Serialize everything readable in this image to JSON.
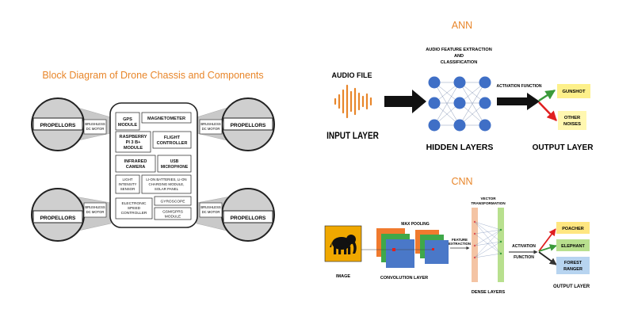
{
  "drone": {
    "title": "Block Diagram of Drone Chassis and Components",
    "propellors": [
      "PROPELLORS",
      "PROPELLORS",
      "PROPELLORS",
      "PROPELLORS"
    ],
    "motors": [
      [
        "BRUSHLESS",
        "DC MOTOR"
      ],
      [
        "BRUSHLESS",
        "DC MOTOR"
      ],
      [
        "BRUSHLESS",
        "DC MOTOR"
      ],
      [
        "BRUSHLESS",
        "DC MOTOR"
      ]
    ],
    "components": {
      "gps": [
        "GPS",
        "MODULE"
      ],
      "magnetometer": [
        "MAGNETOMETER"
      ],
      "raspberry": [
        "RASPBERRY",
        "PI 3 B+",
        "MODULE"
      ],
      "flight": [
        "FLIGHT",
        "CONTROLLER"
      ],
      "infrared": [
        "INFRARED",
        "CAMERA"
      ],
      "usb": [
        "USB",
        "MICROPHONE"
      ],
      "light": [
        "LIGHT",
        "INTENSITY",
        "SENSOR"
      ],
      "battery": [
        "LI-ON BATTERIES, LI-ON",
        "CHARGING MODULE,",
        "SOLAR PANEL"
      ],
      "esc": [
        "ELECTRONIC",
        "SPEED",
        "CONTROLLER"
      ],
      "gyro": [
        "GYROSCOPE"
      ],
      "gsm": [
        "GSM/GPRS",
        "MODULE"
      ]
    }
  },
  "ann": {
    "title": "ANN",
    "audio_file": "AUDIO FILE",
    "input_layer": "INPUT LAYER",
    "feature_label": [
      "AUDIO FEATURE EXTRACTION",
      "AND",
      "CLASSIFICATION"
    ],
    "hidden_layers": "HIDDEN LAYERS",
    "activation": "ACTIVATION FUNCTION",
    "gunshot": "GUNSHOT",
    "other_noises": [
      "OTHER",
      "NOISES"
    ],
    "output_layer": "OUTPUT LAYER"
  },
  "cnn": {
    "title": "CNN",
    "image_label": "IMAGE",
    "max_pooling": "MAX POOLING",
    "feature_extraction": [
      "FEATURE",
      "EXTRACTION"
    ],
    "convolution_layer": "CONVOLUTION LAYER",
    "vector_transformation": [
      "VECTOR",
      "TRANSFORMATION"
    ],
    "dense_layers": "DENSE LAYERS",
    "activation": [
      "ACTIVATION",
      "FUNCTION"
    ],
    "poacher": "POACHER",
    "elephant": "ELEPHANT",
    "forest_ranger": [
      "FOREST",
      "RANGER"
    ],
    "output_layer": "OUTPUT LAYER"
  },
  "colors": {
    "accent_orange": "#e8862a",
    "neuron_blue": "#3f6fc6",
    "gunshot_yellow": "#fdf08a",
    "noise_yellow": "#fff7b0",
    "arrow_green": "#3a9a3a",
    "arrow_red": "#e02020",
    "poacher_yellow": "#ffe680",
    "elephant_green": "#b8e08e",
    "ranger_blue": "#b7d4f0"
  }
}
